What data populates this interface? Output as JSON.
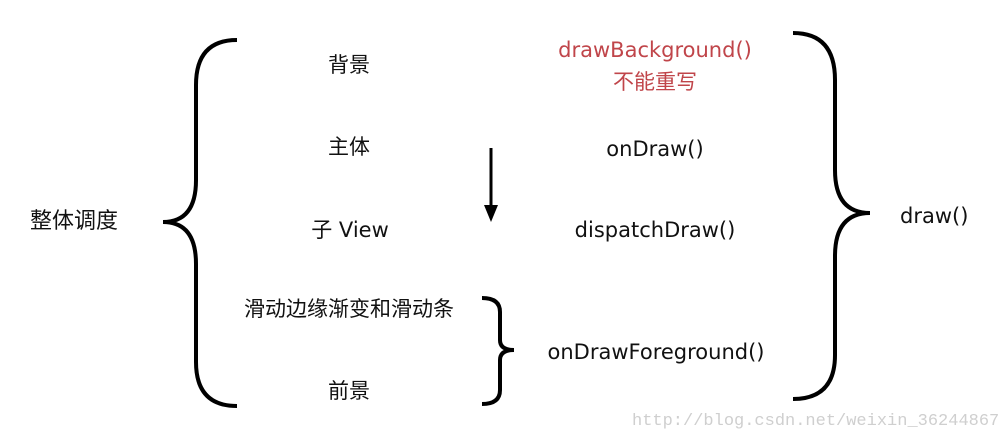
{
  "diagram": {
    "root_label": "整体调度",
    "stages": [
      {
        "label": "背景",
        "method": "drawBackground()",
        "note": "不能重写"
      },
      {
        "label": "主体",
        "method": "onDraw()"
      },
      {
        "label": "子 View",
        "method": "dispatchDraw()"
      },
      {
        "label": "滑动边缘渐变和滑动条"
      },
      {
        "label": "前景"
      }
    ],
    "grouped_method": "onDrawForeground()",
    "outer_method": "draw()",
    "flow_direction": "top-to-bottom",
    "colors": {
      "text": "#111111",
      "highlight": "#c0454a",
      "lines": "#000000",
      "watermark": "#cfcfcf"
    }
  },
  "watermark": "http://blog.csdn.net/weixin_36244867"
}
